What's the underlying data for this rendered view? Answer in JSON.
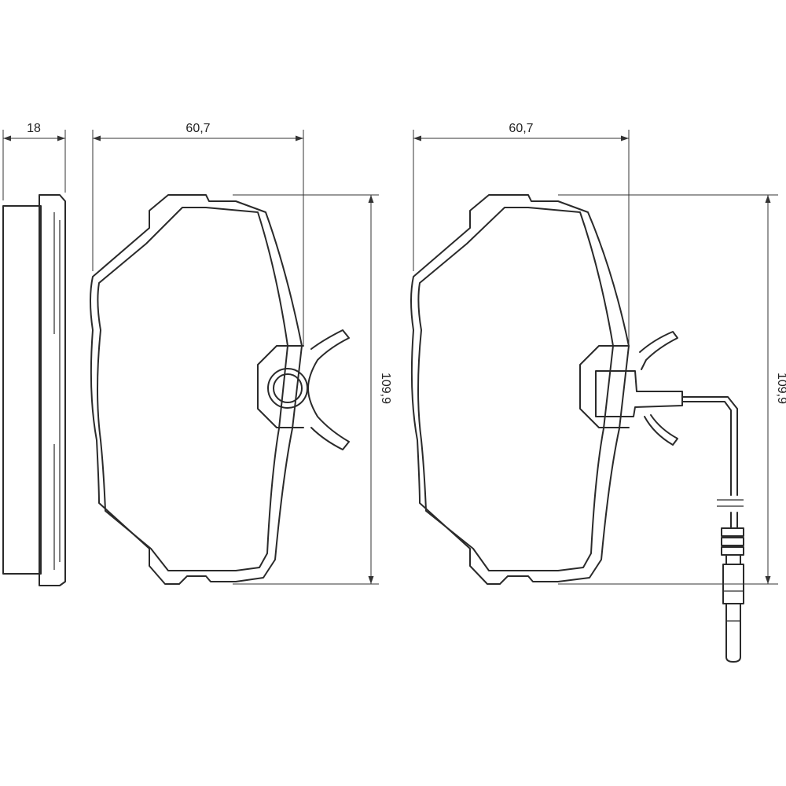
{
  "dimensions": {
    "thickness": "18",
    "width_left": "60,7",
    "width_right": "60,7",
    "height_left": "109,9",
    "height_right": "109,9"
  },
  "colors": {
    "line": "#2a2a2a",
    "background": "#ffffff"
  }
}
